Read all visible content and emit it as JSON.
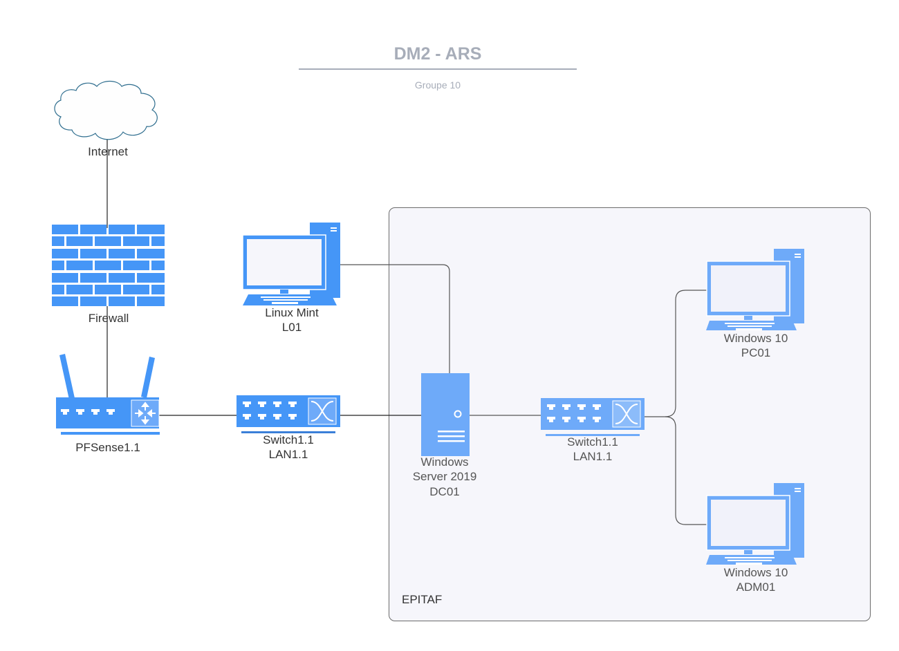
{
  "header": {
    "title": "DM2 - ARS",
    "subtitle": "Groupe 10"
  },
  "zone": {
    "label": "EPITAF"
  },
  "nodes": {
    "internet": {
      "label": "Internet",
      "icon": "cloud-icon"
    },
    "firewall": {
      "label": "Firewall",
      "icon": "firewall-icon"
    },
    "pfsense": {
      "label": "PFSense1.1",
      "icon": "router-icon"
    },
    "switch_a": {
      "line1": "Switch1.1",
      "line2": "LAN1.1",
      "icon": "switch-icon"
    },
    "linux": {
      "line1": "Linux Mint",
      "line2": "L01",
      "icon": "desktop-computer-icon"
    },
    "server": {
      "line1": "Windows",
      "line2": "Server 2019",
      "line3": "DC01",
      "icon": "server-icon"
    },
    "switch_b": {
      "line1": "Switch1.1",
      "line2": "LAN1.1",
      "icon": "switch-icon"
    },
    "pc01": {
      "line1": "Windows 10",
      "line2": "PC01",
      "icon": "desktop-computer-icon"
    },
    "adm01": {
      "line1": "Windows 10",
      "line2": "ADM01",
      "icon": "desktop-computer-icon"
    }
  },
  "colors": {
    "device_blue": "#4596f7",
    "device_blue_light": "#6eaaf9",
    "zone_bg": "#f6f6fb",
    "title_gray": "#a7adb9"
  }
}
